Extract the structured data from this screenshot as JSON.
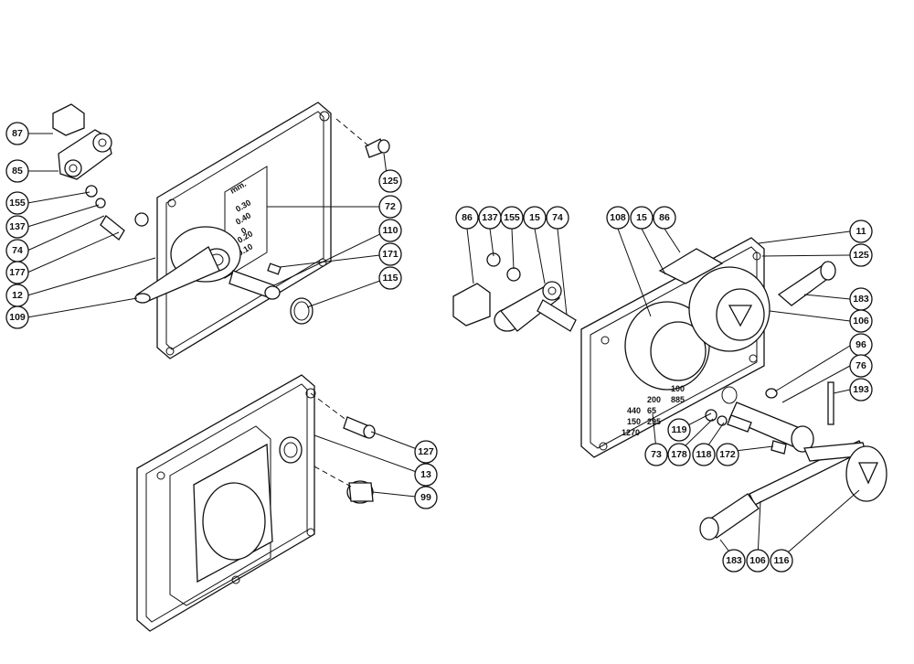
{
  "diagram": {
    "callouts": [
      {
        "id": "c87",
        "label": "87"
      },
      {
        "id": "c85",
        "label": "85"
      },
      {
        "id": "c155a",
        "label": "155"
      },
      {
        "id": "c137a",
        "label": "137"
      },
      {
        "id": "c74a",
        "label": "74"
      },
      {
        "id": "c177",
        "label": "177"
      },
      {
        "id": "c12",
        "label": "12"
      },
      {
        "id": "c109",
        "label": "109"
      },
      {
        "id": "c125a",
        "label": "125"
      },
      {
        "id": "c72",
        "label": "72"
      },
      {
        "id": "c110",
        "label": "110"
      },
      {
        "id": "c171",
        "label": "171"
      },
      {
        "id": "c115",
        "label": "115"
      },
      {
        "id": "c127",
        "label": "127"
      },
      {
        "id": "c13",
        "label": "13"
      },
      {
        "id": "c99",
        "label": "99"
      },
      {
        "id": "c86a",
        "label": "86"
      },
      {
        "id": "c137b",
        "label": "137"
      },
      {
        "id": "c155b",
        "label": "155"
      },
      {
        "id": "c15a",
        "label": "15"
      },
      {
        "id": "c74b",
        "label": "74"
      },
      {
        "id": "c108",
        "label": "108"
      },
      {
        "id": "c15b",
        "label": "15"
      },
      {
        "id": "c86b",
        "label": "86"
      },
      {
        "id": "c11",
        "label": "11"
      },
      {
        "id": "c125b",
        "label": "125"
      },
      {
        "id": "c183a",
        "label": "183"
      },
      {
        "id": "c106a",
        "label": "106"
      },
      {
        "id": "c96",
        "label": "96"
      },
      {
        "id": "c76",
        "label": "76"
      },
      {
        "id": "c193",
        "label": "193"
      },
      {
        "id": "c119",
        "label": "119"
      },
      {
        "id": "c73",
        "label": "73"
      },
      {
        "id": "c178",
        "label": "178"
      },
      {
        "id": "c118",
        "label": "118"
      },
      {
        "id": "c172",
        "label": "172"
      },
      {
        "id": "c183b",
        "label": "183"
      },
      {
        "id": "c106b",
        "label": "106"
      },
      {
        "id": "c116",
        "label": "116"
      }
    ],
    "feed_plate": {
      "unit": "mm.",
      "values": [
        "0.30",
        "0.40",
        "0",
        "0.20",
        "0.10"
      ]
    },
    "speed_plate": {
      "rows": [
        [
          "440",
          "200",
          "100"
        ],
        [
          "150",
          "65",
          "885"
        ],
        [
          "1270",
          "295",
          ""
        ]
      ]
    }
  }
}
